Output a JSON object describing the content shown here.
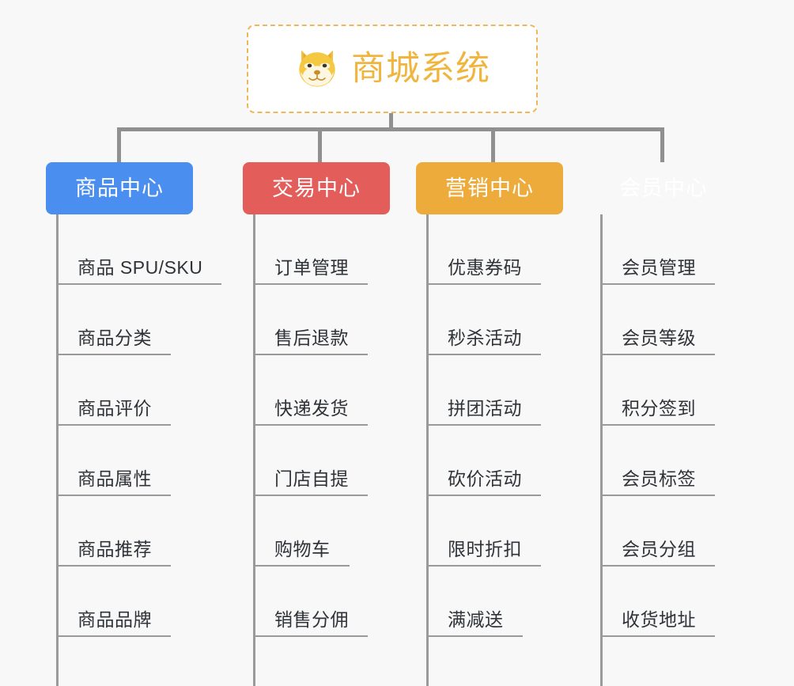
{
  "diagram": {
    "type": "mindmap",
    "background_color": "#f8f8f8",
    "connector_color": "#909090",
    "root": {
      "title": "商城系统",
      "icon": "dog-face-icon",
      "icon_color": "#f5c842",
      "text_color": "#f0b53f",
      "border_color": "#eeb857",
      "border_style": "dashed",
      "background": "#ffffff"
    },
    "branches": [
      {
        "label": "商品中心",
        "color": "#4a8ef0",
        "items": [
          "商品 SPU/SKU",
          "商品分类",
          "商品评价",
          "商品属性",
          "商品推荐",
          "商品品牌"
        ]
      },
      {
        "label": "交易中心",
        "color": "#e35d5b",
        "items": [
          "订单管理",
          "售后退款",
          "快递发货",
          "门店自提",
          "购物车",
          "销售分佣"
        ]
      },
      {
        "label": "营销中心",
        "color": "#edab3c",
        "items": [
          "优惠券码",
          "秒杀活动",
          "拼团活动",
          "砍价活动",
          "限时折扣",
          "满减送"
        ]
      },
      {
        "label": "会员中心",
        "color": "#78c council",
        "items": [
          "会员管理",
          "会员等级",
          "积分签到",
          "会员标签",
          "会员分组",
          "收货地址"
        ]
      }
    ]
  }
}
